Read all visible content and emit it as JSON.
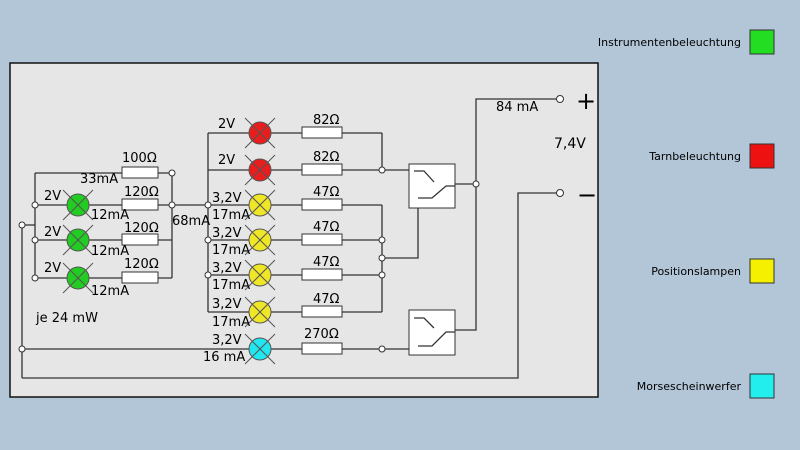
{
  "colors": {
    "background": "#b3c6d8",
    "board": "#e6e6e6",
    "green": "#22cc22",
    "red": "#e81e1e",
    "yellow": "#f0e628",
    "cyan": "#22e6f0"
  },
  "legend": [
    {
      "label": "Instrumentenbeleuchtung",
      "color": "#22dd22"
    },
    {
      "label": "Tarnbeleuchtung",
      "color": "#ee1111"
    },
    {
      "label": "Positionslampen",
      "color": "#f5f000"
    },
    {
      "label": "Morsescheinwerfer",
      "color": "#22eeee"
    }
  ],
  "supply": {
    "plus": "+",
    "minus": "−",
    "voltage": "7,4V",
    "current": "84 mA"
  },
  "green_group": {
    "resistor_top": "100Ω",
    "current_top": "33mA",
    "resistors": [
      "120Ω",
      "120Ω",
      "120Ω"
    ],
    "voltages": [
      "2V",
      "2V",
      "2V"
    ],
    "currents": [
      "12mA",
      "12mA",
      "12mA"
    ],
    "power_note": "je 24 mW",
    "junction_current": "68mA"
  },
  "red_group": {
    "voltages": [
      "2V",
      "2V"
    ],
    "resistors": [
      "82Ω",
      "82Ω"
    ]
  },
  "yellow_group": {
    "voltages": [
      "3,2V",
      "3,2V",
      "3,2V",
      "3,2V"
    ],
    "currents": [
      "17mA",
      "17mA",
      "17mA",
      "17mA"
    ],
    "resistors": [
      "47Ω",
      "47Ω",
      "47Ω",
      "47Ω"
    ]
  },
  "cyan_group": {
    "voltage": "3,2V",
    "current": "16 mA",
    "resistor": "270Ω"
  }
}
